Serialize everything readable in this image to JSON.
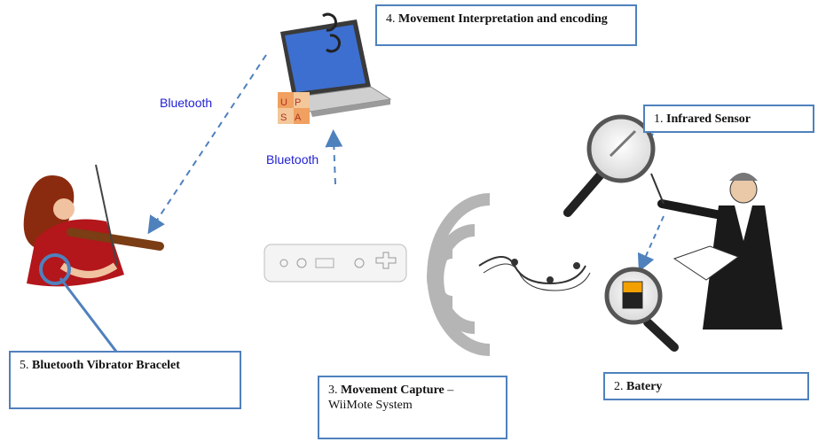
{
  "labels": {
    "step4": {
      "num": "4. ",
      "title": "Movement Interpretation and encoding"
    },
    "step1": {
      "num": "1. ",
      "title": "Infrared Sensor"
    },
    "step2": {
      "num": "2. ",
      "title": "Batery"
    },
    "step3": {
      "num": "3. ",
      "title": "Movement Capture",
      "dash": " – ",
      "sub": "WiiMote System"
    },
    "step5": {
      "num": "5. ",
      "title": "Bluetooth Vibrator Bracelet"
    }
  },
  "bluetooth_left": "Bluetooth",
  "bluetooth_mid": "Bluetooth",
  "logo_letters": [
    "U",
    "P",
    "S",
    "A"
  ],
  "colors": {
    "box_border": "#4f81bd",
    "link": "#1f1fd6",
    "arrow": "#4f81bd"
  }
}
